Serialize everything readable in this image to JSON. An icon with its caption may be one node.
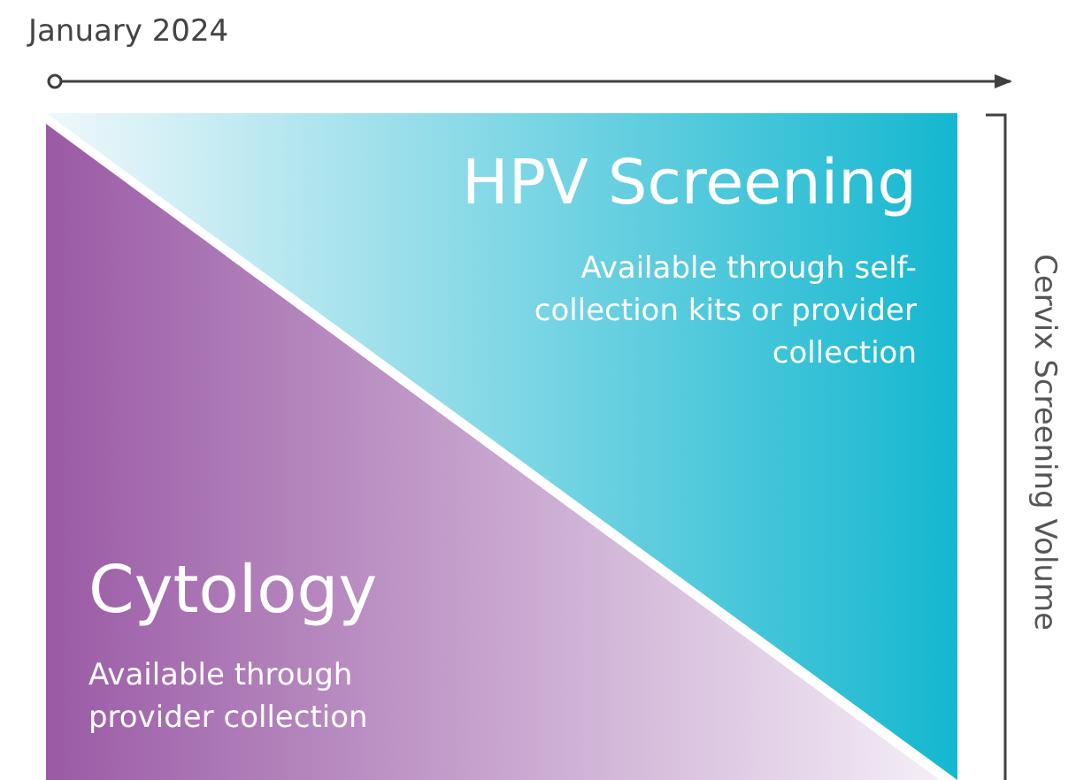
{
  "diagram": {
    "nodes": [
      {
        "text": [
          "HPV Screening",
          "Available through self-collection kits or provider collection"
        ]
      },
      {
        "text": [
          "Cytology",
          "Available through provider collection"
        ]
      }
    ],
    "labels": [
      "January 2024",
      "Cervix Screening Volume"
    ]
  }
}
